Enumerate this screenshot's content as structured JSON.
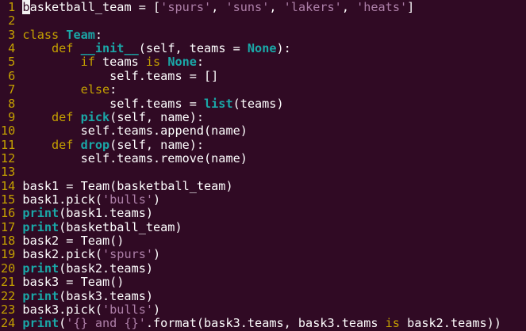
{
  "terminal": {
    "app": "vim-python-editor",
    "colors": {
      "background": "#300a24",
      "default_text": "#ffffff",
      "keyword": "#c4a000",
      "builtin": "#1aa8a8",
      "string": "#ad7fa8",
      "line_number": "#c4a000",
      "cursor_bg": "#f2f2f2",
      "cursor_fg": "#300a24"
    },
    "cursor": {
      "line": 1,
      "column": 1,
      "char": "b"
    },
    "lines": [
      {
        "number": "1",
        "tokens": [
          [
            "c",
            "b"
          ],
          [
            "p",
            "asketball_team = ["
          ],
          [
            "s",
            "'spurs'"
          ],
          [
            "p",
            ", "
          ],
          [
            "s",
            "'suns'"
          ],
          [
            "p",
            ", "
          ],
          [
            "s",
            "'lakers'"
          ],
          [
            "p",
            ", "
          ],
          [
            "s",
            "'heats'"
          ],
          [
            "p",
            "]"
          ]
        ]
      },
      {
        "number": "2",
        "tokens": []
      },
      {
        "number": "3",
        "tokens": [
          [
            "k",
            "class"
          ],
          [
            "p",
            " "
          ],
          [
            "f",
            "Team"
          ],
          [
            "p",
            ":"
          ]
        ]
      },
      {
        "number": "4",
        "tokens": [
          [
            "p",
            "    "
          ],
          [
            "k",
            "def"
          ],
          [
            "p",
            " "
          ],
          [
            "f",
            "__init__"
          ],
          [
            "p",
            "(self, teams = "
          ],
          [
            "f",
            "None"
          ],
          [
            "p",
            "):"
          ]
        ]
      },
      {
        "number": "5",
        "tokens": [
          [
            "p",
            "        "
          ],
          [
            "k",
            "if"
          ],
          [
            "p",
            " teams "
          ],
          [
            "k",
            "is"
          ],
          [
            "p",
            " "
          ],
          [
            "f",
            "None"
          ],
          [
            "p",
            ":"
          ]
        ]
      },
      {
        "number": "6",
        "tokens": [
          [
            "p",
            "            self.teams = []"
          ]
        ]
      },
      {
        "number": "7",
        "tokens": [
          [
            "p",
            "        "
          ],
          [
            "k",
            "else"
          ],
          [
            "p",
            ":"
          ]
        ]
      },
      {
        "number": "8",
        "tokens": [
          [
            "p",
            "            self.teams = "
          ],
          [
            "f",
            "list"
          ],
          [
            "p",
            "(teams)"
          ]
        ]
      },
      {
        "number": "9",
        "tokens": [
          [
            "p",
            "    "
          ],
          [
            "k",
            "def"
          ],
          [
            "p",
            " "
          ],
          [
            "f",
            "pick"
          ],
          [
            "p",
            "(self, name):"
          ]
        ]
      },
      {
        "number": "10",
        "tokens": [
          [
            "p",
            "        self.teams.append(name)"
          ]
        ]
      },
      {
        "number": "11",
        "tokens": [
          [
            "p",
            "    "
          ],
          [
            "k",
            "def"
          ],
          [
            "p",
            " "
          ],
          [
            "f",
            "drop"
          ],
          [
            "p",
            "(self, name):"
          ]
        ]
      },
      {
        "number": "12",
        "tokens": [
          [
            "p",
            "        self.teams.remove(name)"
          ]
        ]
      },
      {
        "number": "13",
        "tokens": []
      },
      {
        "number": "14",
        "tokens": [
          [
            "p",
            "bask1 = Team(basketball_team)"
          ]
        ]
      },
      {
        "number": "15",
        "tokens": [
          [
            "p",
            "bask1.pick("
          ],
          [
            "s",
            "'bulls'"
          ],
          [
            "p",
            ")"
          ]
        ]
      },
      {
        "number": "16",
        "tokens": [
          [
            "f",
            "print"
          ],
          [
            "p",
            "(bask1.teams)"
          ]
        ]
      },
      {
        "number": "17",
        "tokens": [
          [
            "f",
            "print"
          ],
          [
            "p",
            "(basketball_team)"
          ]
        ]
      },
      {
        "number": "18",
        "tokens": [
          [
            "p",
            "bask2 = Team()"
          ]
        ]
      },
      {
        "number": "19",
        "tokens": [
          [
            "p",
            "bask2.pick("
          ],
          [
            "s",
            "'spurs'"
          ],
          [
            "p",
            ")"
          ]
        ]
      },
      {
        "number": "20",
        "tokens": [
          [
            "f",
            "print"
          ],
          [
            "p",
            "(bask2.teams)"
          ]
        ]
      },
      {
        "number": "21",
        "tokens": [
          [
            "p",
            "bask3 = Team()"
          ]
        ]
      },
      {
        "number": "22",
        "tokens": [
          [
            "f",
            "print"
          ],
          [
            "p",
            "(bask3.teams)"
          ]
        ]
      },
      {
        "number": "23",
        "tokens": [
          [
            "p",
            "bask3.pick("
          ],
          [
            "s",
            "'bulls'"
          ],
          [
            "p",
            ")"
          ]
        ]
      },
      {
        "number": "24",
        "tokens": [
          [
            "f",
            "print"
          ],
          [
            "p",
            "("
          ],
          [
            "s",
            "'{} and {}'"
          ],
          [
            "p",
            ".format(bask3.teams, bask3.teams "
          ],
          [
            "k",
            "is"
          ],
          [
            "p",
            " bask2.teams))"
          ]
        ]
      }
    ]
  }
}
